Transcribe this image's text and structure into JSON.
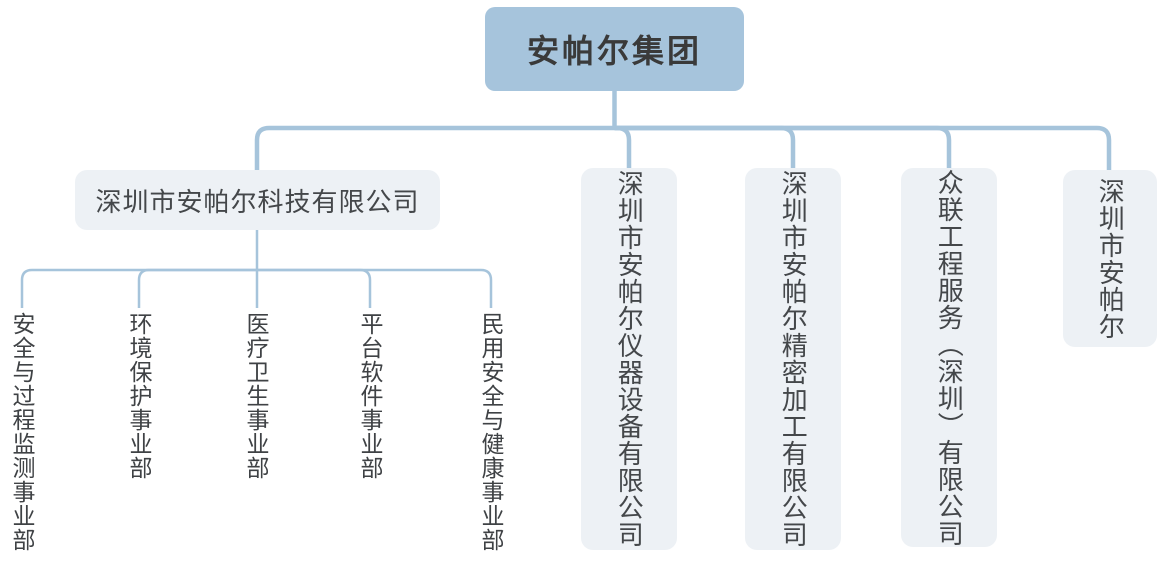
{
  "org": {
    "root": {
      "label": "安帕尔集团"
    },
    "children": [
      {
        "label": "深圳市安帕尔科技有限公司",
        "orientation": "horizontal",
        "departments": [
          "安全与过程监测事业部",
          "环境保护事业部",
          "医疗卫生事业部",
          "平台软件事业部",
          "民用安全与健康事业部"
        ]
      },
      {
        "label": "深圳市安帕尔仪器设备有限公司",
        "orientation": "vertical"
      },
      {
        "label": "深圳市安帕尔精密加工有限公司",
        "orientation": "vertical"
      },
      {
        "label": "众联工程服务（深圳）有限公司",
        "orientation": "vertical"
      },
      {
        "label": "深圳市安帕尔",
        "orientation": "vertical"
      }
    ]
  },
  "colors": {
    "root_fill": "#a6c4dc",
    "node_fill": "#edf1f5",
    "connector_line": "#a6c4db",
    "root_text": "#3a3a3a",
    "node_text": "#44474a"
  }
}
